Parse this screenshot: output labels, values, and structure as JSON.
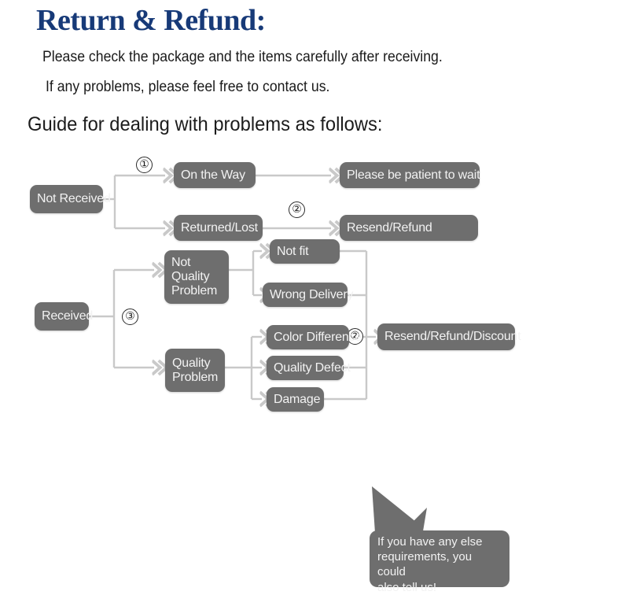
{
  "header": {
    "title": "Return & Refund:",
    "title_color": "#173a78",
    "intro_line_1": "Please check the package and the items carefully after receiving.",
    "intro_line_2": "If any problems, please feel free to contact us.",
    "guide_heading": "Guide for dealing with problems as follows:"
  },
  "flowchart": {
    "node_color": "#6e6e6e",
    "connector_color": "#c9c9c9",
    "nodes": {
      "not_received": "Not Received",
      "on_the_way": "On the Way",
      "returned_lost": "Returned/Lost",
      "please_wait": "Please be patient to wait",
      "resend_refund": "Resend/Refund",
      "received": "Received",
      "not_quality_problem": "Not\nQuality\nProblem",
      "quality_problem": "Quality\nProblem",
      "not_fit": "Not fit",
      "wrong_delivery": "Wrong Delivery",
      "color_difference": "Color Difference",
      "quality_defect": "Quality Defect",
      "damage": "Damage",
      "resend_refund_discount": "Resend/Refund/Discount"
    },
    "badges": {
      "one": "①",
      "two_top": "②",
      "three": "③",
      "two_bottom": "②"
    },
    "callout": "If you have any else\nrequirements, you could\nalso tell us!"
  }
}
